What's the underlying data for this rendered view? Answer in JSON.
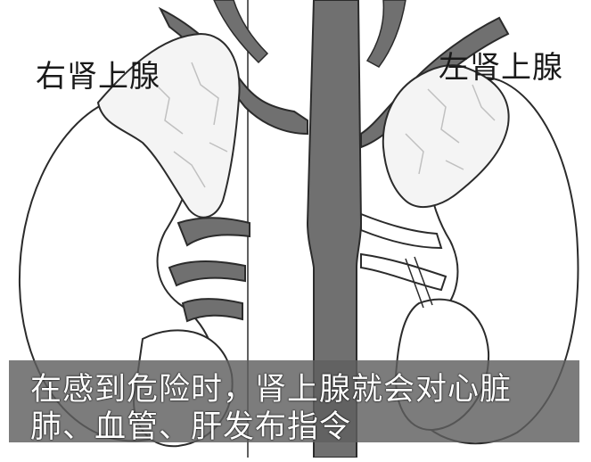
{
  "labels": {
    "right_adrenal": "右肾上腺",
    "left_adrenal": "左肾上腺"
  },
  "caption": {
    "line1": "在感到危险时，肾上腺就会对心脏",
    "line2": "肺、血管、肝发布指令"
  },
  "colors": {
    "vessel": "#707070",
    "outline": "#2b2b2b",
    "gland_fill": "#f4f4f4",
    "caption_bg": "#5f5f5f"
  }
}
